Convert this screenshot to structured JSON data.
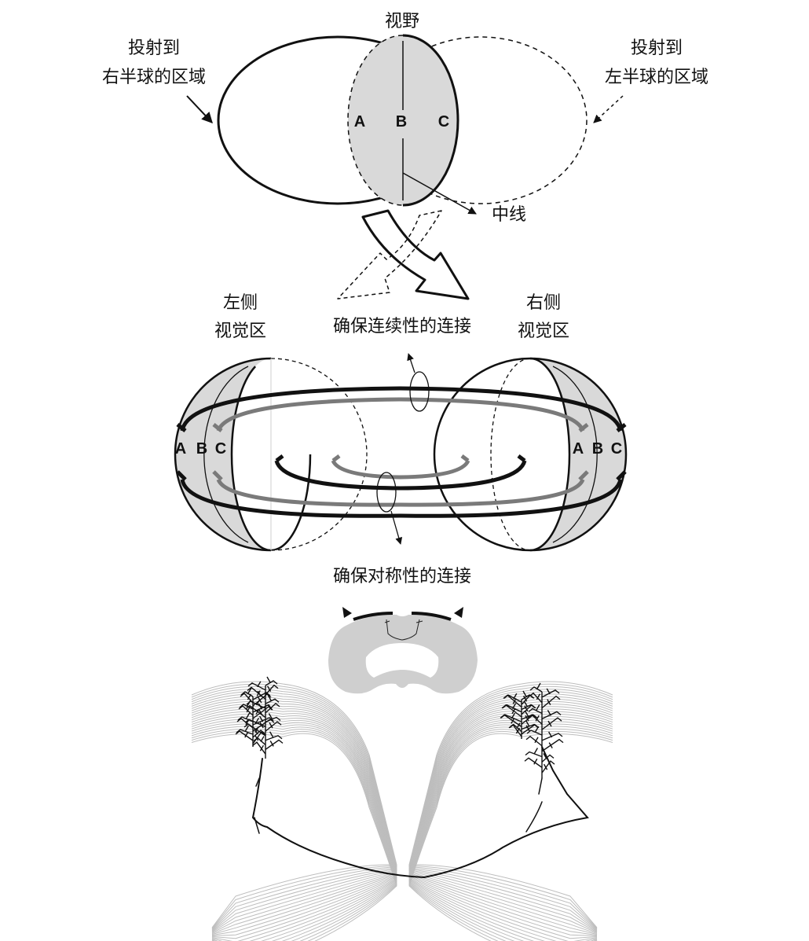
{
  "top": {
    "title": "视野",
    "right_hemisphere_label": [
      "投射到",
      "右半球的区域"
    ],
    "left_hemisphere_label": [
      "投射到",
      "左半球的区域"
    ],
    "midline_label": "中线",
    "letters": [
      "A",
      "B",
      "C"
    ]
  },
  "middle": {
    "left_area_label": [
      "左侧",
      "视觉区"
    ],
    "right_area_label": [
      "右侧",
      "视觉区"
    ],
    "continuity_label": "确保连续性的连接",
    "symmetry_label": "确保对称性的连接",
    "left_letters": [
      "A",
      "B",
      "C"
    ],
    "right_letters": [
      "A",
      "B",
      "C"
    ]
  },
  "colors": {
    "shade": "#d9d9d9",
    "dark_line": "#111111",
    "gray_line": "#7a7a7a",
    "fiber": "#bdbdbd",
    "section": "#cfcfcf"
  }
}
